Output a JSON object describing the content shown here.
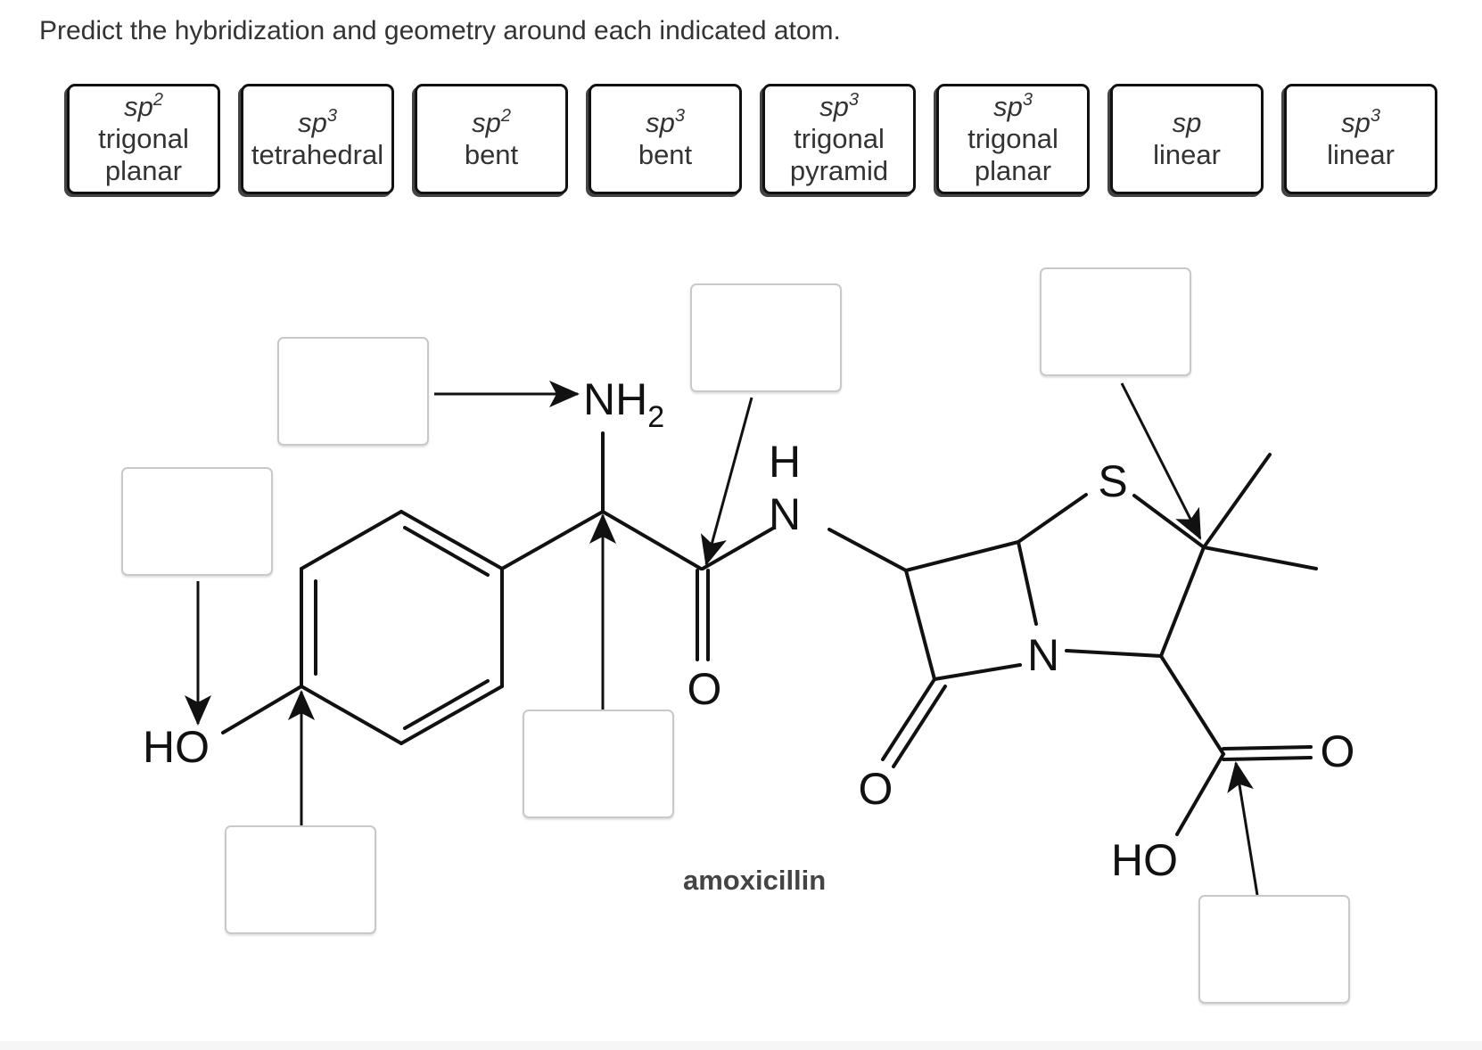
{
  "instruction": "Predict the hybridization and geometry around each indicated atom.",
  "tiles": [
    {
      "hyb": "sp",
      "sup": "2",
      "geo": [
        "trigonal",
        "planar"
      ]
    },
    {
      "hyb": "sp",
      "sup": "3",
      "geo": [
        "tetrahedral"
      ]
    },
    {
      "hyb": "sp",
      "sup": "2",
      "geo": [
        "bent"
      ]
    },
    {
      "hyb": "sp",
      "sup": "3",
      "geo": [
        "bent"
      ]
    },
    {
      "hyb": "sp",
      "sup": "3",
      "geo": [
        "trigonal",
        "pyramid"
      ]
    },
    {
      "hyb": "sp",
      "sup": "3",
      "geo": [
        "trigonal",
        "planar"
      ]
    },
    {
      "hyb": "sp",
      "sup": "",
      "geo": [
        "linear"
      ]
    },
    {
      "hyb": "sp",
      "sup": "3",
      "geo": [
        "linear"
      ]
    }
  ],
  "molecule": {
    "name": "amoxicillin",
    "atoms": {
      "nh2_n": "NH",
      "nh2_sub": "2",
      "amide_n": "N",
      "amide_h": "H",
      "amide_o": "O",
      "phenol_o": "HO",
      "ring_s": "S",
      "ring_n": "N",
      "lactam_o": "O",
      "acid_o_double": "O",
      "acid_oh": "HO"
    }
  },
  "colors": {
    "tile_border": "#111111",
    "slot_border": "#c9c9c9",
    "bond": "#111111",
    "text": "#333333"
  }
}
